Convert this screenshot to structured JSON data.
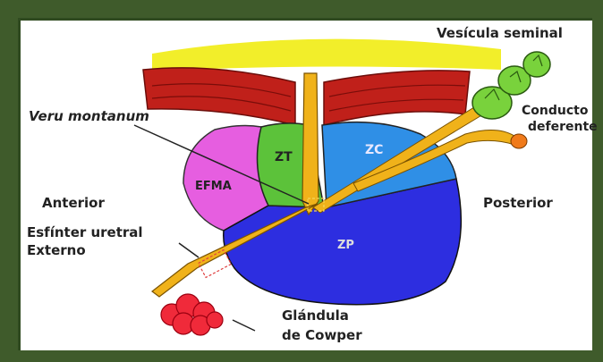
{
  "labels": {
    "vesicula_seminal": "Vesícula seminal",
    "conducto_deferente_1": "Conducto",
    "conducto_deferente_2": "deferente",
    "veru_montanum": "Veru montanum",
    "zt": "ZT",
    "zc": "ZC",
    "efma": "EFMA",
    "zp": "ZP",
    "anterior": "Anterior",
    "posterior": "Posterior",
    "esfinter_1": "Esfínter uretral",
    "esfinter_2": "Externo",
    "glandula_1": "Glándula",
    "glandula_2": "de Cowper"
  },
  "colors": {
    "frame": "#3f5b2b",
    "bladder_muscle": "#c0201a",
    "bladder_mucosa": "#f2ee2a",
    "efma": "#e65ee0",
    "zt": "#5cc23a",
    "zc": "#2f8fe6",
    "zp": "#2d2ee0",
    "urethra": "#f0b21a",
    "vesicle": "#79d23c",
    "cowper": "#f02a3a"
  }
}
